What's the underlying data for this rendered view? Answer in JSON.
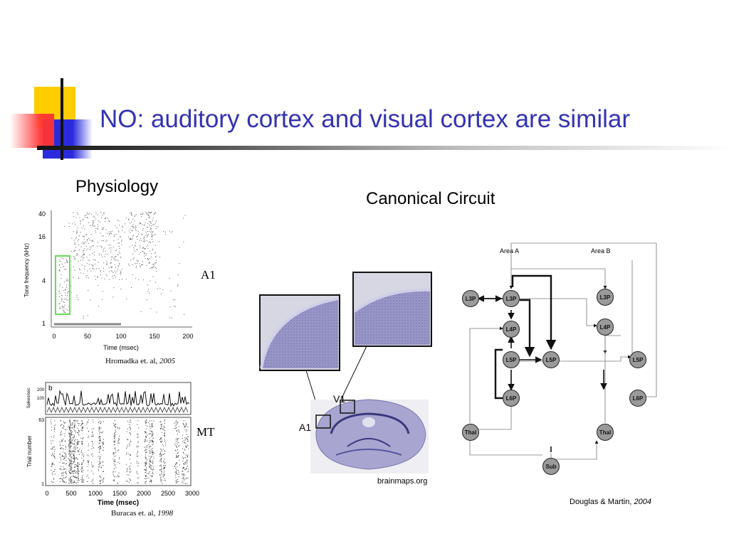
{
  "slide": {
    "title": "NO: auditory cortex and visual cortex are similar",
    "colors": {
      "title": "#3333b2",
      "logo_yellow": "#ffcc00",
      "logo_blue": "#2b2bdd",
      "logo_red": "#ff3333"
    }
  },
  "physiology": {
    "heading": "Physiology",
    "a1_plot": {
      "ylabel": "Tone frequency (kHz)",
      "yticks": [
        "40",
        "16",
        "4",
        "1"
      ],
      "xlabel": "Time (msec)",
      "xticks": [
        "0",
        "50",
        "100",
        "150",
        "200"
      ],
      "region_label": "A1",
      "citation_authors": "Hromadka et. al,",
      "citation_year": "2005"
    },
    "mt_plot": {
      "panel_letter": "b",
      "top_ylabel": "Spikes/sec",
      "top_yticks": [
        "200",
        "100"
      ],
      "ylabel": "Trial number",
      "yticks": [
        "63",
        "1"
      ],
      "xlabel": "Time (msec)",
      "xticks": [
        "0",
        "500",
        "1000",
        "1500",
        "2000",
        "2500",
        "3000"
      ],
      "region_label": "MT",
      "citation_authors": "Buracas et. al,",
      "citation_year": "1998"
    }
  },
  "circuit": {
    "heading": "Canonical Circuit",
    "brain_labels": {
      "v1": "V1",
      "a1": "A1"
    },
    "brain_source": "brainmaps.org",
    "diagram": {
      "area_a": "Area A",
      "area_b": "Area B",
      "nodes_a": [
        "L3P",
        "L3P",
        "L4P",
        "L5P",
        "L5P",
        "L6P",
        "Thal"
      ],
      "nodes_b": [
        "L3P",
        "L4P",
        "L5P",
        "L6P",
        "Thal"
      ],
      "sub": "Sub"
    },
    "citation_authors": "Douglas & Martin,",
    "citation_year": "2004"
  }
}
